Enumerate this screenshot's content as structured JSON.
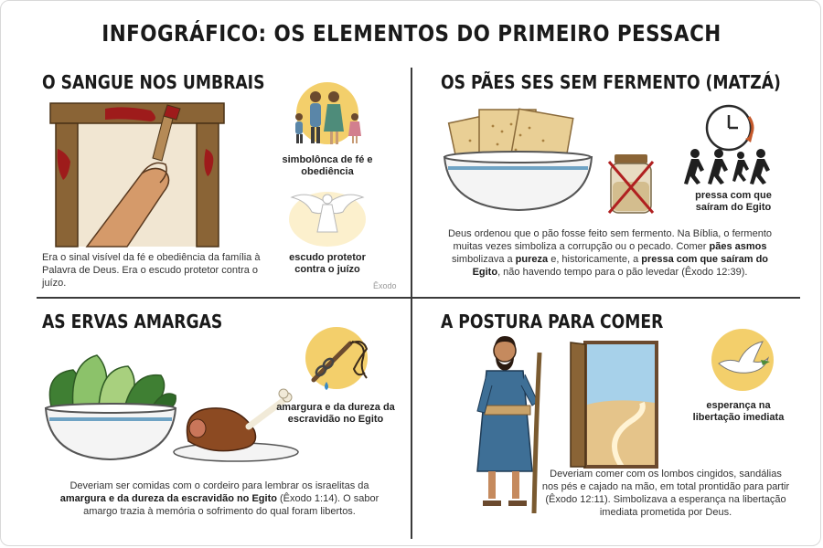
{
  "title": "INFOGRÁFICO: OS ELEMENTOS DO PRIMEIRO PESSACH",
  "sections": {
    "blood": {
      "heading": "O SANGUE NOS UMBRAIS",
      "text": "Era o sinal visível da fé e obediência da família à Palavra de Deus. Era o escudo protetor contra o juízo.",
      "caption_family": "simbolônca de fé e obediência",
      "caption_shield": "escudo protetor contra o juízo",
      "source": "Êxodo"
    },
    "bread": {
      "heading": "OS PÃES SES SEM FERMENTO (MATZÁ)",
      "text_1": "Deus ordenou que o pão fosse feito sem fermento. Na Bíblia, o fermento muitas vezes simboliza a corrupção ou o pecado. Comer ",
      "text_b1": "pães asmos",
      "text_2": " simbolizava a ",
      "text_b2": "pureza",
      "text_3": " e, historicamente, a ",
      "text_b3": "pressa com que saíram do Egito",
      "text_4": ", não havendo tempo para o pão levedar (Êxodo 12:39).",
      "caption_haste": "pressa com que saíram do Egito"
    },
    "herbs": {
      "heading": "AS ERVAS AMARGAS",
      "text_1": "Deveriam ser comidas com o cordeiro para lembrar os israelitas da ",
      "text_b1": "amargura e da dureza da escravidão no Egito",
      "text_2": " (Êxodo 1:14). O sabor amargo trazia à memória o sofrimento do qual foram libertos.",
      "caption_bitter": "amargura e da dureza da escravidão no Egito"
    },
    "posture": {
      "heading": "A POSTURA PARA COMER",
      "text": "Deveriam comer com os lombos cingidos, sandálias nos pés e cajado na mão, em total prontidão para partir (Êxodo 12:11). Simbolizava a esperança na libertação imediata prometida por Deus.",
      "caption_hope": "esperança na libertação imediata"
    }
  },
  "colors": {
    "blood": "#9e1b1b",
    "wood": "#8a6436",
    "accent_yellow": "#f3cf6b",
    "bowl_stripe": "#6fa3c4",
    "divider": "#3a3a3a"
  },
  "icons": [
    "paintbrush-icon",
    "family-icon",
    "angel-icon",
    "clock-icon",
    "running-people-icon",
    "no-yeast-jar-icon",
    "chain-whip-icon",
    "dove-icon"
  ]
}
